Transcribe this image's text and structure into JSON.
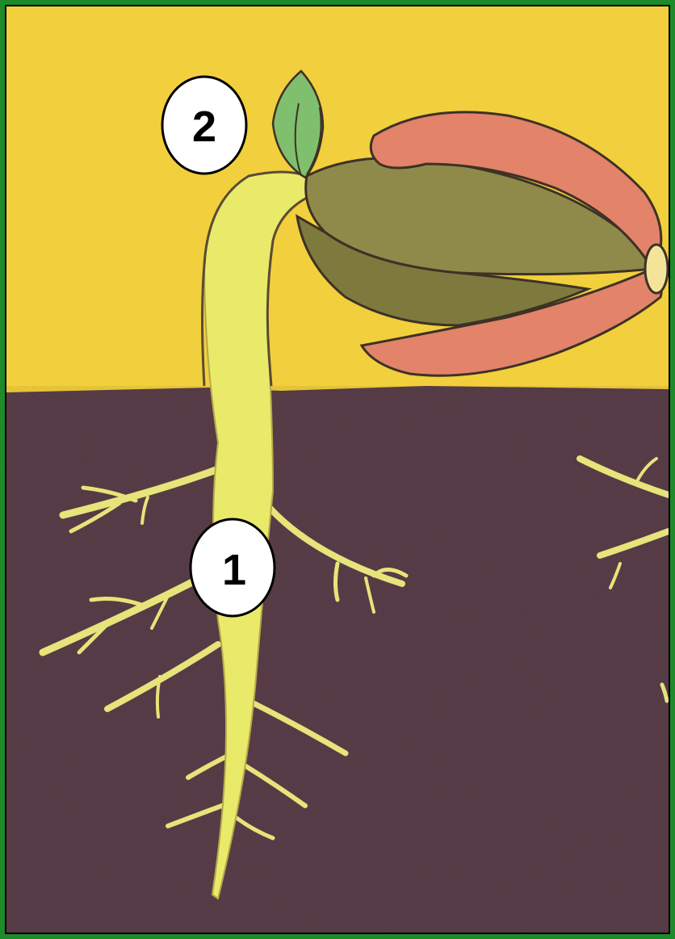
{
  "diagram": {
    "labels": [
      {
        "id": "1",
        "text": "1"
      },
      {
        "id": "2",
        "text": "2"
      }
    ],
    "colors": {
      "sky": "#f2cf3c",
      "soil": "#5b3f4a",
      "stem": "#e9ea6a",
      "root": "#e6e47a",
      "cotyledon": "#8f8a4a",
      "seed_coat": "#e2836a",
      "leaf": "#7fbf6e",
      "border": "#1f8a2a"
    }
  }
}
